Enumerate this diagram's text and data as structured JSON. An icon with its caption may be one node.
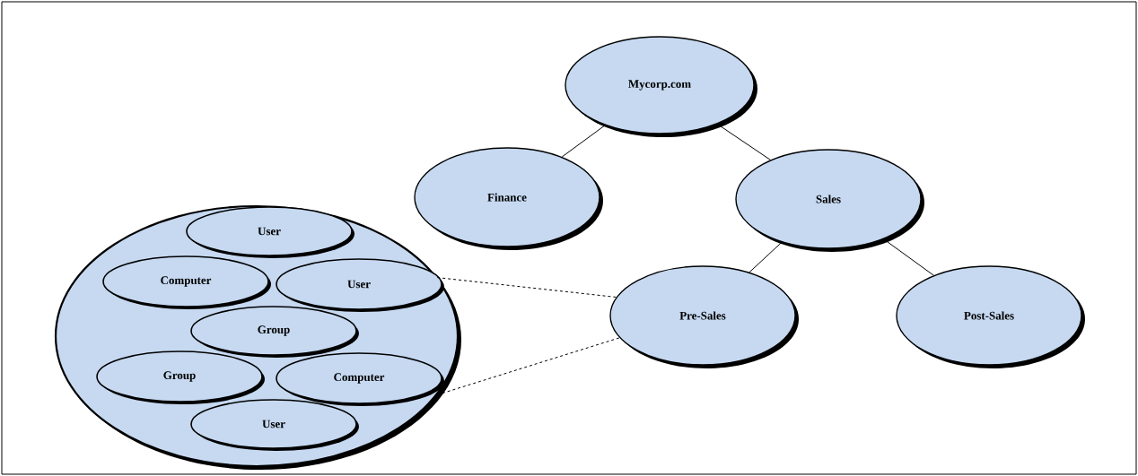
{
  "diagram": {
    "nodes": [
      {
        "text": [
          "Mycorp.com"
        ]
      },
      {
        "text": [
          "Finance"
        ]
      },
      {
        "text": [
          "Sales"
        ]
      },
      {
        "text": [
          "Pre-Sales"
        ]
      },
      {
        "text": [
          "Post-Sales"
        ]
      },
      {
        "text": [],
        "shape": "ellipse"
      },
      {
        "text": [
          "User"
        ],
        "in": 5
      },
      {
        "text": [
          "Computer"
        ],
        "in": 5
      },
      {
        "text": [
          "User"
        ],
        "in": 5
      },
      {
        "text": [
          "Group"
        ],
        "in": 5
      },
      {
        "text": [
          "Group"
        ],
        "in": 5
      },
      {
        "text": [
          "Computer"
        ],
        "in": 5
      },
      {
        "text": [
          "User"
        ],
        "in": 5
      }
    ],
    "edges": [
      {
        "from": 0,
        "to": 1,
        "arrow": "none"
      },
      {
        "from": 0,
        "to": 2,
        "arrow": "none"
      },
      {
        "from": 2,
        "to": 3,
        "arrow": "none"
      },
      {
        "from": 2,
        "to": 4,
        "arrow": "none"
      },
      {
        "from": 5,
        "to": 3,
        "arrow": "none",
        "style": "dashed"
      },
      {
        "from": 5,
        "to": 3,
        "arrow": "none",
        "style": "dashed"
      }
    ]
  }
}
